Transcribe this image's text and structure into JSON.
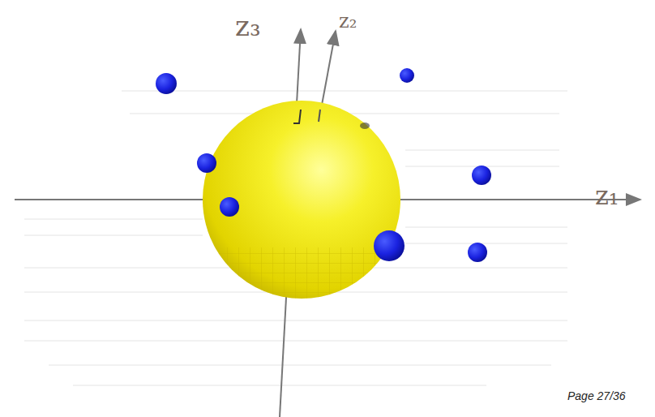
{
  "diagram": {
    "labels": [
      "z₃",
      "z₂",
      "z₁",
      "Page 27/36"
    ]
  }
}
